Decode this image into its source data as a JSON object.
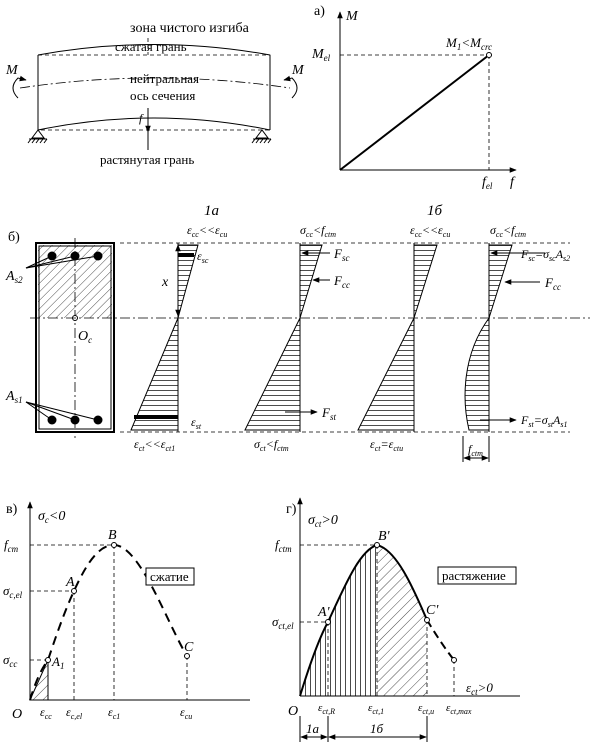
{
  "beam": {
    "title": "зона чистого изгиба",
    "compressed_face": "сжатая грань",
    "neutral_axis_1": "нейтральная",
    "neutral_axis_2": "ось сечения",
    "tension_face": "растянутая грань",
    "moment": "M",
    "deflection": "f"
  },
  "panel_a": {
    "label": "а)",
    "y_axis": "M",
    "x_axis": "f",
    "m_el": "M",
    "m_el_sub": "el",
    "f_el": "f",
    "f_el_sub": "el",
    "condition": "M",
    "condition_sub1": "1",
    "condition_lt": "<M",
    "condition_sub2": "crc"
  },
  "panel_b": {
    "label": "б)",
    "stage_1a": "1а",
    "stage_1b": "1б",
    "as2": "A",
    "as2_sub": "s2",
    "as1": "A",
    "as1_sub": "s1",
    "oc": "O",
    "oc_sub": "c",
    "x": "x",
    "eps_top": "ε",
    "eps_top_s1": "cc",
    "eps_top_ll": "<<ε",
    "eps_top_s2": "cu",
    "sig_top": "σ",
    "sig_top_s1": "cc",
    "sig_top_lt": "<",
    "sig_top_f": "f",
    "sig_top_s2": "ctm",
    "eps_sc": "ε",
    "eps_sc_sub": "sc",
    "eps_st": "ε",
    "eps_st_sub": "st",
    "f_sc": "F",
    "f_sc_sub": "sc",
    "f_cc": "F",
    "f_cc_sub": "cc",
    "f_st": "F",
    "f_st_sub": "st",
    "fsc_eq_a": "F",
    "fsc_eq_a_sub": "sc",
    "fsc_eq_b": "=σ",
    "fsc_eq_b_sub": "sc",
    "fsc_eq_c": "A",
    "fsc_eq_c_sub": "s2",
    "fst_eq_a": "F",
    "fst_eq_a_sub": "st",
    "fst_eq_b": "=σ",
    "fst_eq_b_sub": "st",
    "fst_eq_c": "A",
    "fst_eq_c_sub": "s1",
    "eps_bot1": "ε",
    "eps_bot1_s1": "ct",
    "eps_bot1_ll": "<<ε",
    "eps_bot1_s2": "ct1",
    "sig_bot": "σ",
    "sig_bot_s1": "ct",
    "sig_bot_lt": "<",
    "sig_bot_f": "f",
    "sig_bot_s2": "ctm",
    "eps_bot2": "ε",
    "eps_bot2_s1": "ct",
    "eps_bot2_eq": "=ε",
    "eps_bot2_s2": "ctu",
    "fctm": "f",
    "fctm_sub": "ctm"
  },
  "panel_v": {
    "label": "в)",
    "title": "σ",
    "title_sub": "c",
    "title_rel": "<0",
    "fcm": "f",
    "fcm_sub": "cm",
    "sig_cel": "σ",
    "sig_cel_sub": "c,el",
    "sig_cc": "σ",
    "sig_cc_sub": "cc",
    "point_a": "A",
    "point_a1": "A",
    "point_a1_sub": "1",
    "point_b": "B",
    "point_c": "C",
    "tag": "сжатие",
    "origin": "O",
    "x1": "ε",
    "x1_sub": "cc",
    "x2": "ε",
    "x2_sub": "c,el",
    "x3": "ε",
    "x3_sub": "c1",
    "x4": "ε",
    "x4_sub": "cu"
  },
  "panel_g": {
    "label": "г)",
    "title": "σ",
    "title_sub": "ct",
    "title_rel": ">0",
    "fctm": "f",
    "fctm_sub": "ctm",
    "sig_ctel": "σ",
    "sig_ctel_sub": "ct,el",
    "point_a": "A'",
    "point_b": "B'",
    "point_c": "C'",
    "tag": "растяжение",
    "origin": "O",
    "x_axis": "ε",
    "x_axis_sub": "ct",
    "x_axis_rel": ">0",
    "x1": "ε",
    "x1_sub": "ct,R",
    "x2": "ε",
    "x2_sub": "ct,1",
    "x3": "ε",
    "x3_sub": "ct,u",
    "x4": "ε",
    "x4_sub": "ct,max",
    "stage_1a": "1а",
    "stage_1b": "1б"
  }
}
